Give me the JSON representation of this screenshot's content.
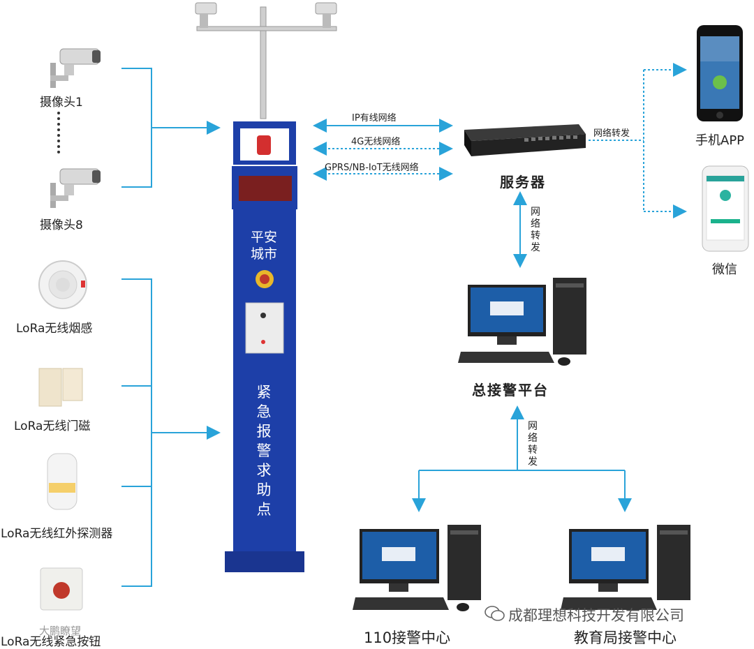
{
  "sensors": {
    "camera1": "摄像头1",
    "camera8": "摄像头8",
    "smoke": "LoRa无线烟感",
    "door": "LoRa无线门磁",
    "infrared": "LoRa无线红外探测器",
    "button": "LoRa无线紧急按钮"
  },
  "pillar": {
    "top_text": "平安城市",
    "main_text": "紧急报警求助点"
  },
  "network": {
    "ip": "IP有线网络",
    "g4": "4G无线网络",
    "gprs": "GPRS/NB-IoT无线网络",
    "forward_h": "网络转发",
    "forward_v1": "网络转发",
    "forward_v2": "网络转发"
  },
  "nodes": {
    "server": "服务器",
    "platform": "总接警平台",
    "center110": "110接警中心",
    "edu": "教育局接警中心",
    "app": "手机APP",
    "wechat": "微信"
  },
  "watermarks": {
    "company": "成都理想科技开发有限公司",
    "left": "大鹏瞭望"
  },
  "colors": {
    "line": "#29a3d9",
    "pillar": "#1d3fa8"
  }
}
